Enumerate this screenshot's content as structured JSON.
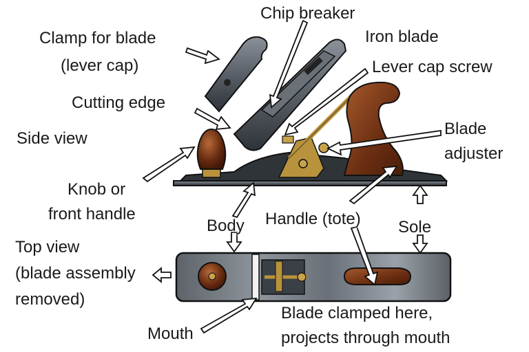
{
  "labels": {
    "chip_breaker": "Chip breaker",
    "clamp_for_blade": "Clamp for blade",
    "lever_cap": "(lever cap)",
    "iron_blade": "Iron blade",
    "lever_cap_screw": "Lever cap screw",
    "cutting_edge": "Cutting edge",
    "side_view": "Side view",
    "blade": "Blade",
    "adjuster": "adjuster",
    "knob_or": "Knob or",
    "front_handle": "front handle",
    "body": "Body",
    "handle_tote": "Handle (tote)",
    "sole": "Sole",
    "top_view": "Top view",
    "blade_assembly": "(blade assembly",
    "removed": "removed)",
    "mouth": "Mouth",
    "blade_clamped_here": "Blade clamped here,",
    "projects_through_mouth": "projects through mouth"
  },
  "colors": {
    "iron": "#4a5058",
    "iron_light": "#8a9199",
    "wood": "#6b2e12",
    "wood_light": "#a55a2c",
    "brass": "#b8923c",
    "outline": "#111111"
  }
}
